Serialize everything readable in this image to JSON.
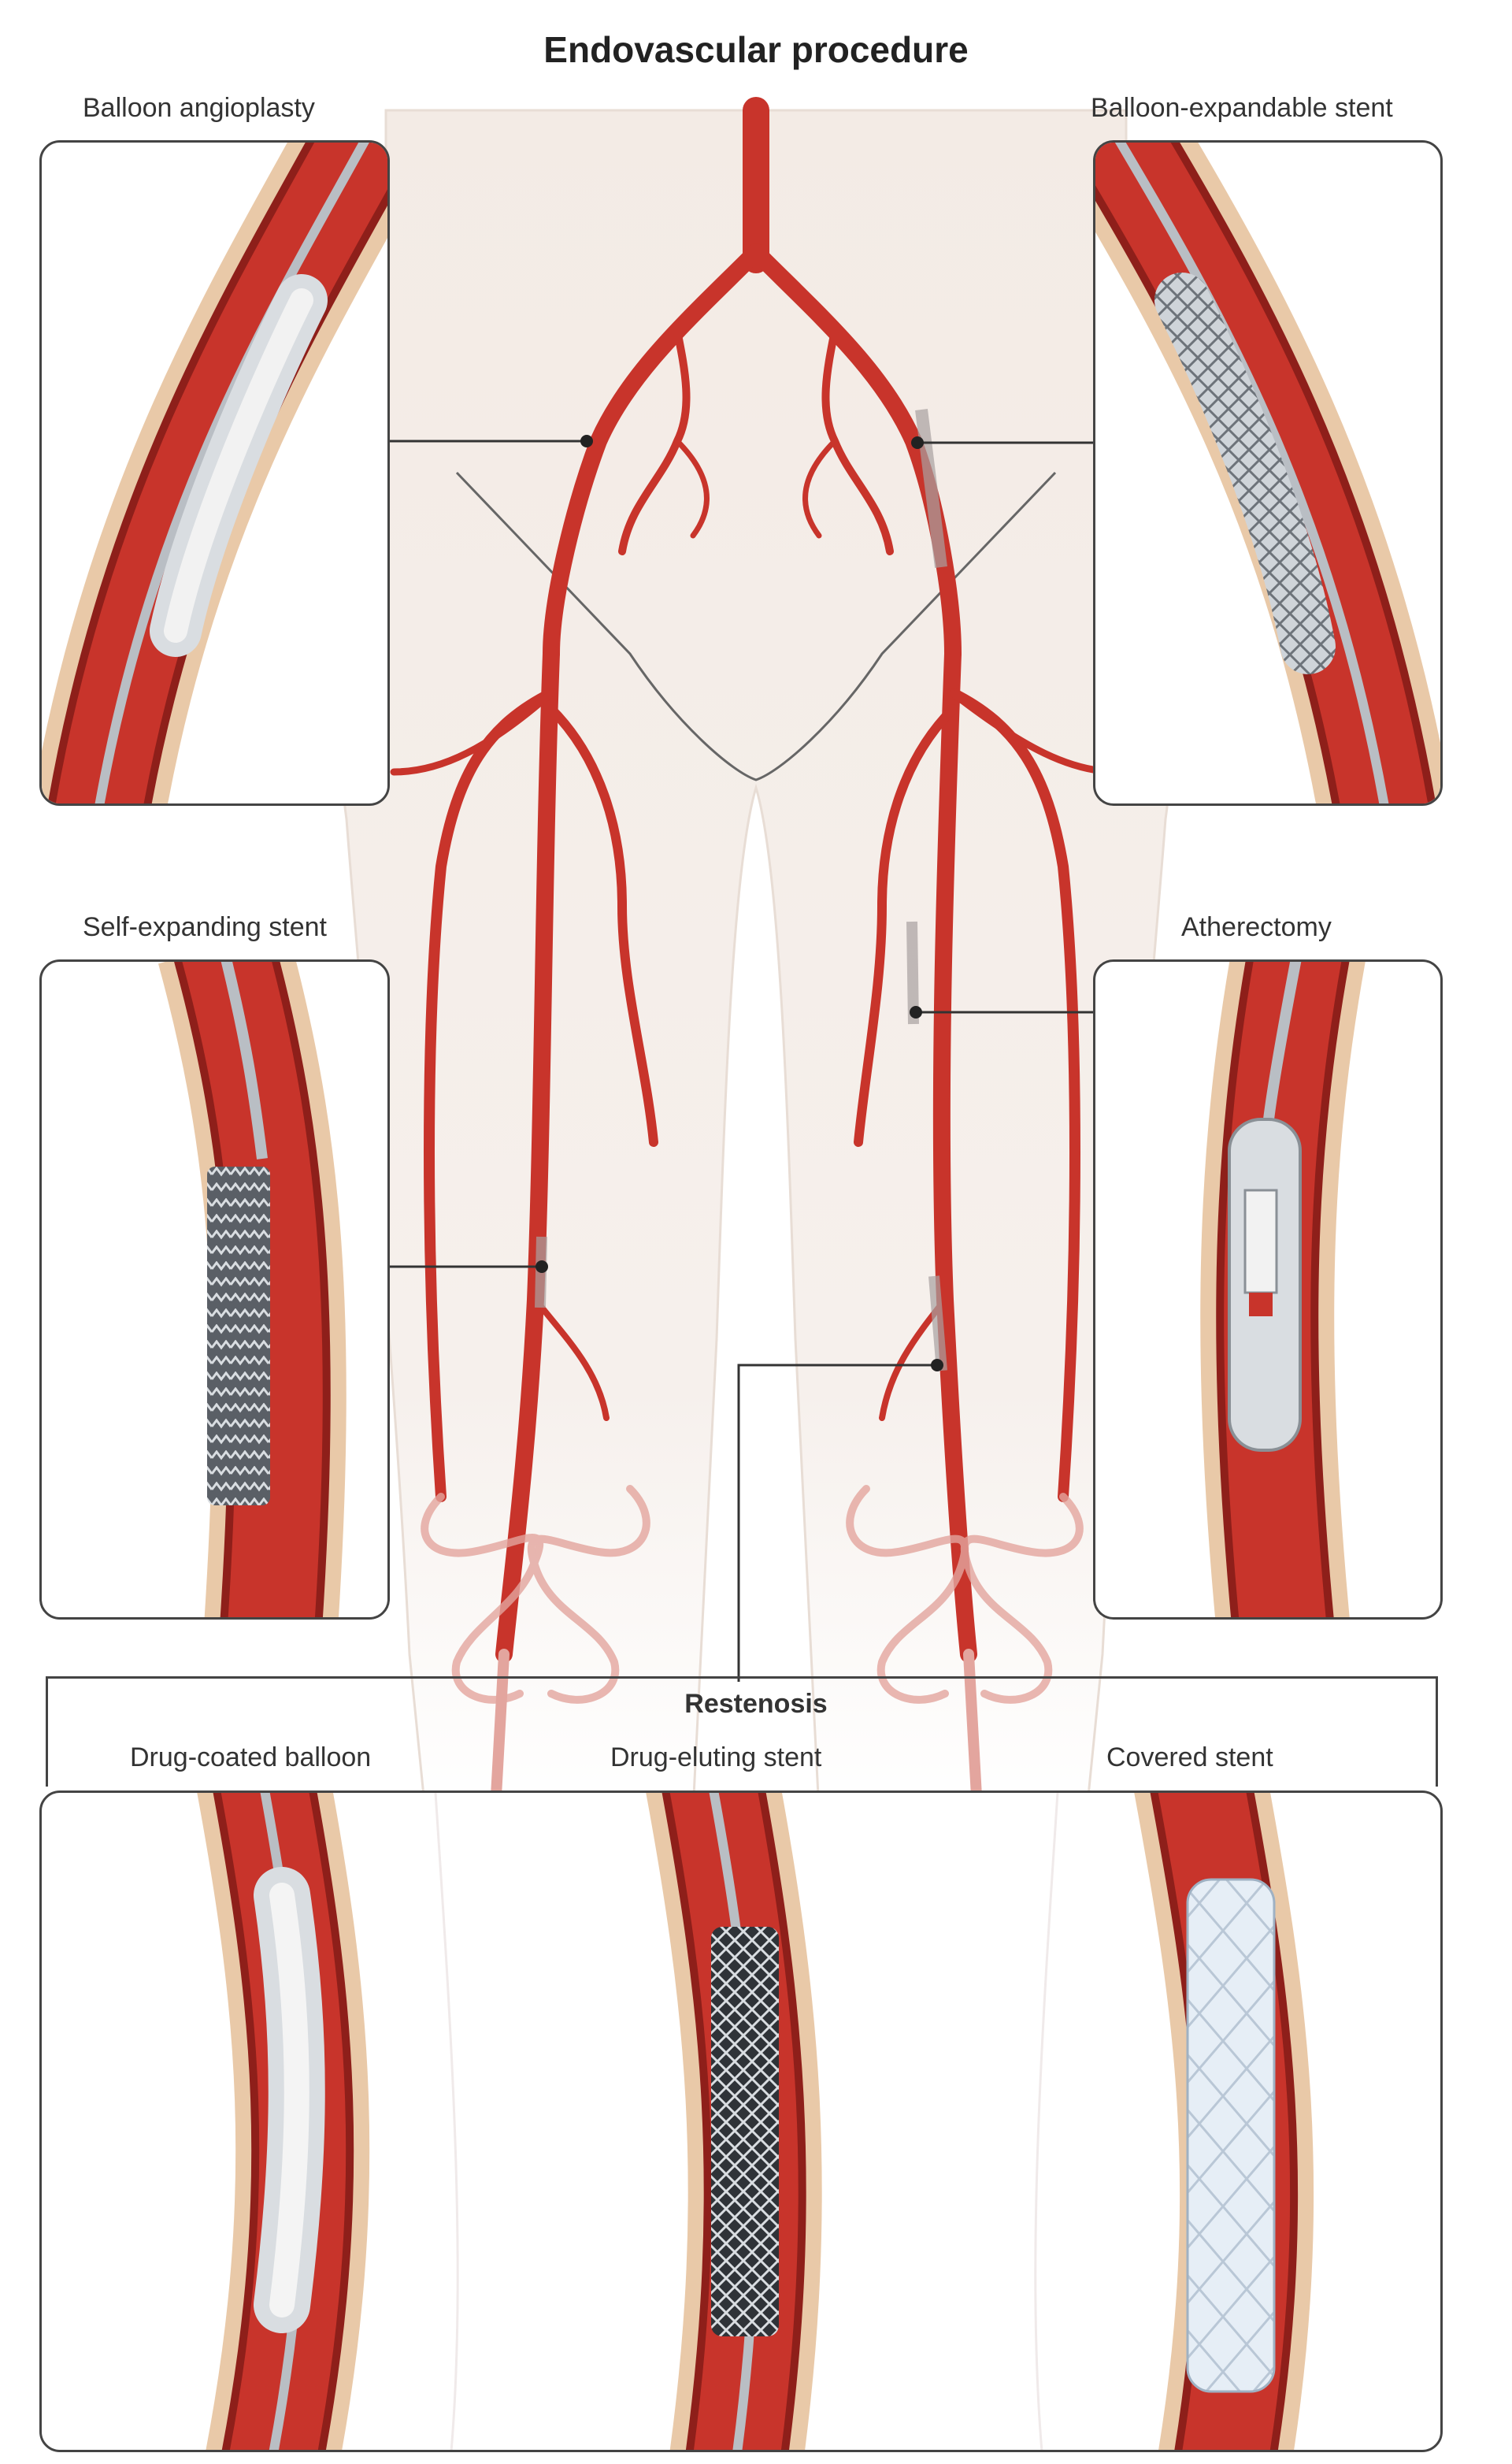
{
  "title": "Endovascular procedure",
  "panels": {
    "balloon_angioplasty": "Balloon angioplasty",
    "balloon_expandable_stent": "Balloon-expandable stent",
    "self_expanding_stent": "Self-expanding stent",
    "atherectomy": "Atherectomy"
  },
  "restenosis": {
    "heading": "Restenosis",
    "drug_coated_balloon": "Drug-coated balloon",
    "drug_eluting_stent": "Drug-eluting stent",
    "covered_stent": "Covered stent"
  },
  "colors": {
    "artery_red": "#c8342b",
    "artery_dark": "#8e1f1a",
    "wall_tan": "#e9c9a8",
    "skin": "#f7f1ec",
    "device_gray": "#b9bec4",
    "outline": "#444444"
  }
}
